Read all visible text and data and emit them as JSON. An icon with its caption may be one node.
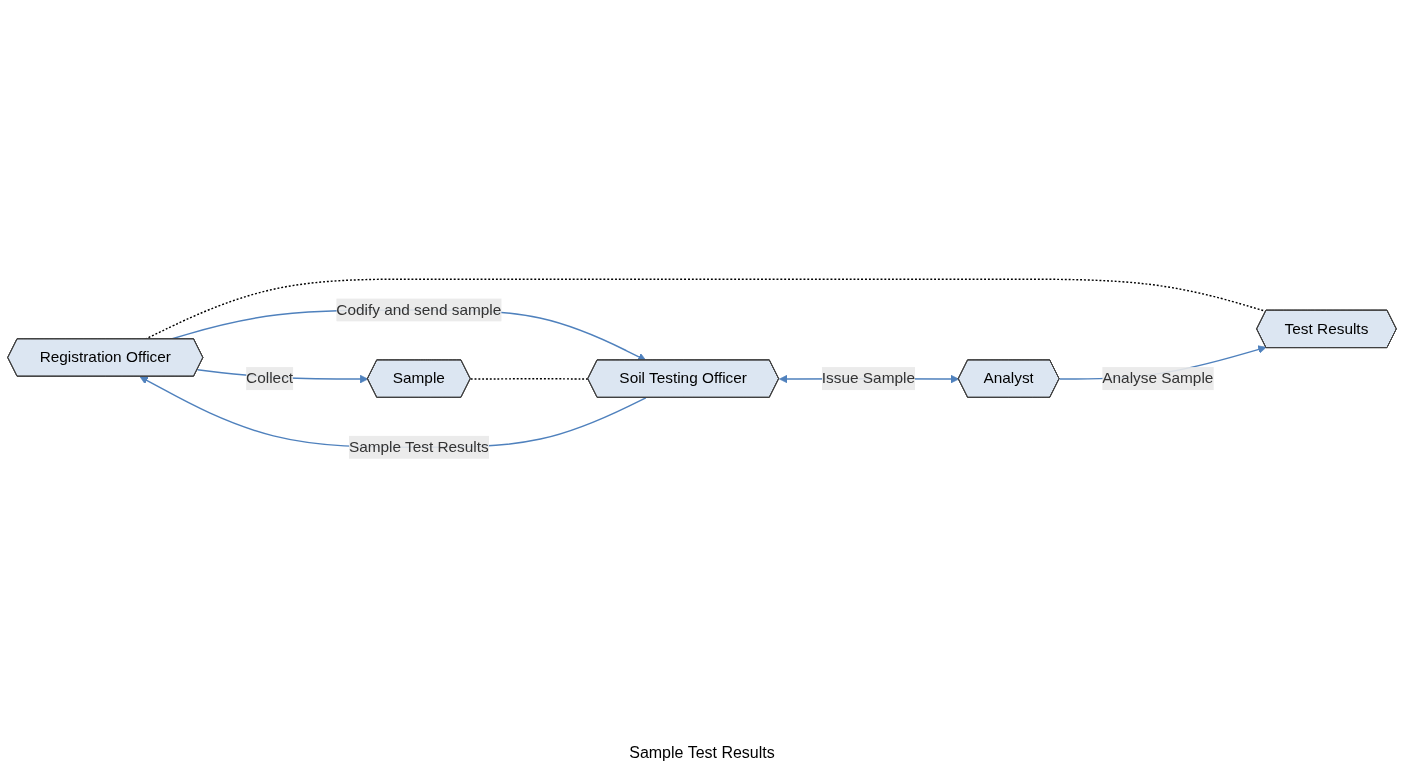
{
  "diagram": {
    "nodes": [
      {
        "text": [
          "Registration Officer"
        ]
      },
      {
        "text": [
          "Test Results"
        ]
      },
      {
        "text": [
          "Sample"
        ]
      },
      {
        "text": [
          "Soil Testing Officer"
        ]
      },
      {
        "text": [
          "Analyst"
        ]
      }
    ],
    "edges": [
      {
        "from": 0,
        "to": 1,
        "arrow": "none",
        "style": "dashed",
        "color": "#000000"
      },
      {
        "from": 0,
        "to": 3,
        "arrow": "to",
        "label": "Codify and send sample"
      },
      {
        "from": 0,
        "to": 2,
        "arrow": "to",
        "label": "Collect"
      },
      {
        "from": 2,
        "to": 3,
        "arrow": "none",
        "style": "dashed",
        "color": "#000000"
      },
      {
        "from": 3,
        "to": 4,
        "arrow": "both",
        "label": "Issue Sample"
      },
      {
        "from": 4,
        "to": 1,
        "arrow": "to",
        "label": "Analyse Sample"
      },
      {
        "from": 3,
        "to": 0,
        "arrow": "to",
        "label": "Sample Test Results"
      }
    ],
    "labels": [
      "Sample Test Results"
    ]
  }
}
